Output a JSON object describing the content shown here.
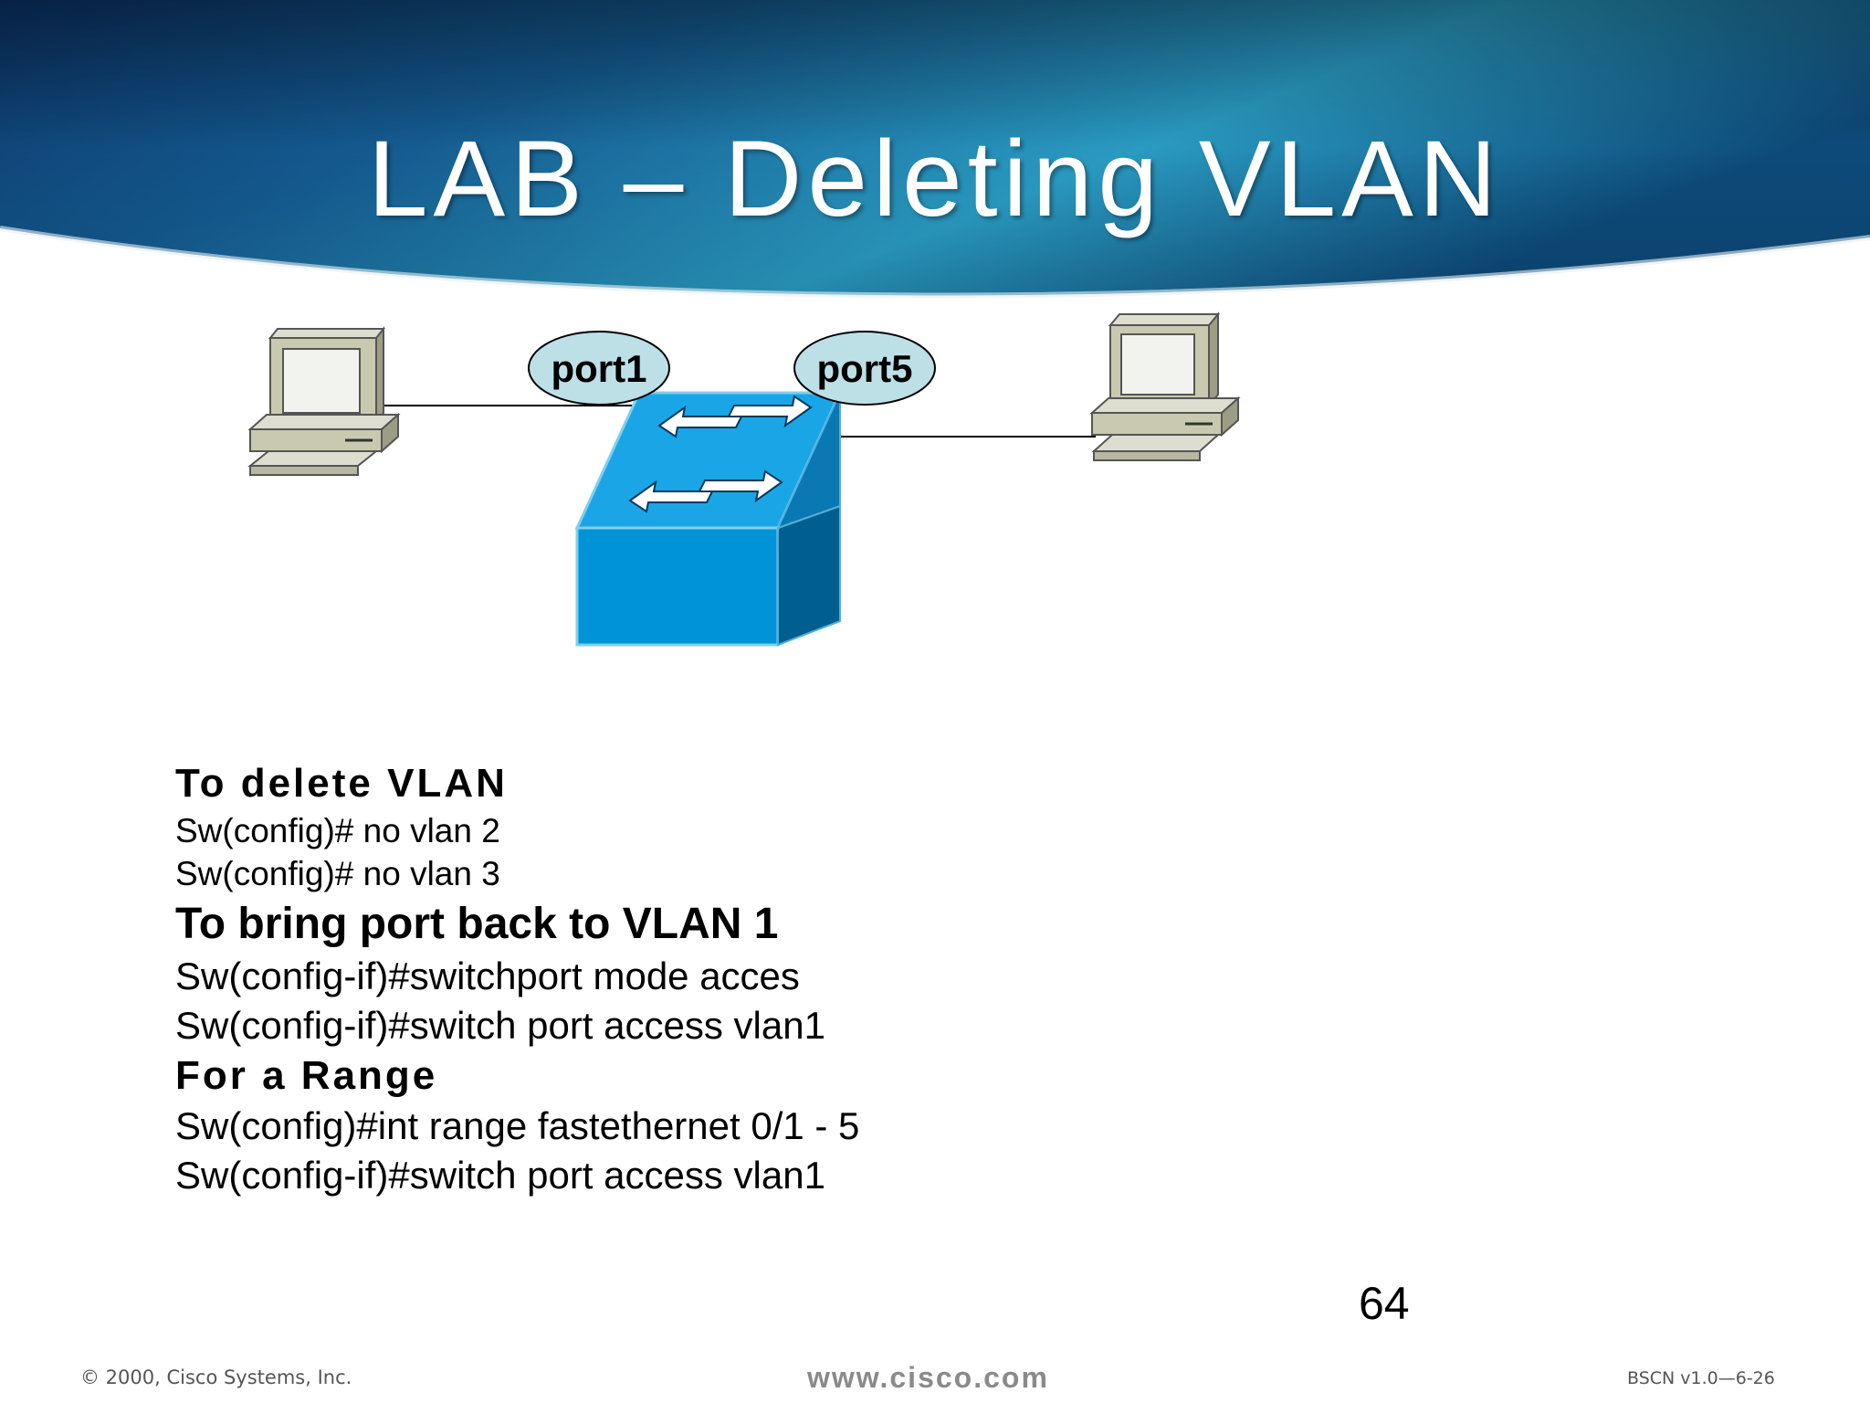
{
  "slide": {
    "title": "LAB – Deleting VLAN",
    "page_number": "64"
  },
  "diagram": {
    "port_left_label": "port1",
    "port_right_label": "port5"
  },
  "content": {
    "lines": [
      {
        "style": "h-sm",
        "text": "To delete VLAN"
      },
      {
        "style": "cmd-sm",
        "text": "Sw(config)# no vlan 2"
      },
      {
        "style": "cmd-sm",
        "text": "Sw(config)# no vlan 3"
      },
      {
        "style": "h-lg",
        "text": "To bring port back to VLAN 1"
      },
      {
        "style": "cmd-lg",
        "text": "Sw(config-if)#switchport mode acces"
      },
      {
        "style": "cmd-lg",
        "text": "Sw(config-if)#switch port access vlan1"
      },
      {
        "style": "h-md",
        "text": "For a Range"
      },
      {
        "style": "cmd-lg",
        "text": "Sw(config)#int range fastethernet 0/1 - 5"
      },
      {
        "style": "cmd-lg",
        "text": "Sw(config-if)#switch port access vlan1"
      }
    ]
  },
  "footer": {
    "copyright": "© 2000, Cisco Systems, Inc.",
    "website": "www.cisco.com",
    "course_code": "BSCN v1.0—6-26"
  },
  "colors": {
    "header_dark": "#0b3a6b",
    "header_mid": "#1a6fa0",
    "header_light": "#33a9c9",
    "switch_top": "#1aa0e0",
    "switch_front": "#0091d4",
    "switch_side": "#005f8f",
    "port_bubble": "#bde0e6"
  }
}
